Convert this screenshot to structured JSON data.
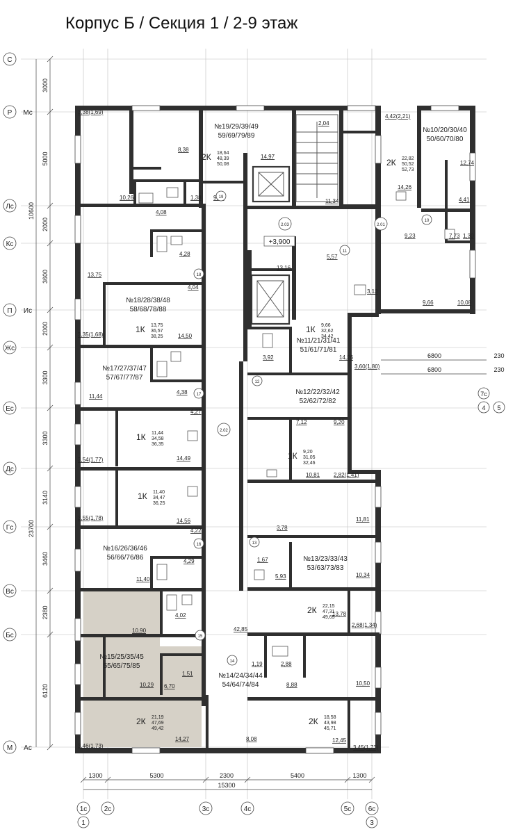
{
  "title": "Корпус Б / Секция 1 / 2-9 этаж",
  "level": "+3,900",
  "colors": {
    "wall": "#2f2f2f",
    "highlight": "#d6d1c7",
    "line": "#555555"
  },
  "axes_left": [
    [
      "С",
      ""
    ],
    [
      "Р",
      "Мс"
    ],
    [
      "Лс",
      ""
    ],
    [
      "Кс",
      ""
    ],
    [
      "П",
      "Ис"
    ],
    [
      "Жс",
      ""
    ],
    [
      "Ес",
      ""
    ],
    [
      "Дс",
      ""
    ],
    [
      "Гс",
      ""
    ],
    [
      "Вс",
      ""
    ],
    [
      "Бс",
      ""
    ],
    [
      "М",
      "Ас"
    ]
  ],
  "dims_left": [
    "3000",
    "5000",
    "2000",
    "3600",
    "2000",
    "3300",
    "3300",
    "3140",
    "3460",
    "2380",
    "6120"
  ],
  "dims_left_total": [
    "10600",
    "23700"
  ],
  "axes_bottom": [
    {
      "a": "1с",
      "b": "1"
    },
    {
      "a": "2с",
      "b": ""
    },
    {
      "a": "3с",
      "b": ""
    },
    {
      "a": "4с",
      "b": ""
    },
    {
      "a": "5с",
      "b": ""
    },
    {
      "a": "6с",
      "b": "3"
    }
  ],
  "dims_bottom": [
    "1300",
    "5300",
    "2300",
    "5400",
    "1300"
  ],
  "dims_bottom_total": "15300",
  "axes_right": [
    {
      "a": "7с",
      "b": "4"
    },
    {
      "a": "",
      "b": "5"
    }
  ],
  "dims_right": [
    "6800",
    "6800"
  ],
  "dims_right_small": [
    "230",
    "230"
  ],
  "apartments": [
    {
      "no": "№19/29/39/49",
      "no2": "59/69/79/89",
      "type": "2К",
      "a1": "18,64",
      "a2": "48,39",
      "a3": "50,08"
    },
    {
      "no": "№10/20/30/40",
      "no2": "50/60/70/80",
      "type": "2К",
      "a1": "22,82",
      "a2": "50,52",
      "a3": "52,73"
    },
    {
      "no": "№18/28/38/48",
      "no2": "58/68/78/88",
      "type": "1К",
      "a1": "13,75",
      "a2": "36,57",
      "a3": "38,25"
    },
    {
      "no": "№11/21/31/41",
      "no2": "51/61/71/81",
      "type": "1К",
      "a1": "9,66",
      "a2": "32,62",
      "a3": "34,42"
    },
    {
      "no": "№17/27/37/47",
      "no2": "57/67/77/87",
      "type": "1К",
      "a1": "11,44",
      "a2": "34,58",
      "a3": "36,35"
    },
    {
      "no": "№12/22/32/42",
      "no2": "52/62/72/82",
      "type": "1К",
      "a1": "9,20",
      "a2": "31,05",
      "a3": "32,46"
    },
    {
      "no": "",
      "no2": "",
      "type": "1К",
      "a1": "11,40",
      "a2": "34,47",
      "a3": "36,25"
    },
    {
      "no": "№16/26/36/46",
      "no2": "56/66/76/86",
      "type": "",
      "a1": "",
      "a2": "",
      "a3": ""
    },
    {
      "no": "№13/23/33/43",
      "no2": "53/63/73/83",
      "type": "2К",
      "a1": "22,15",
      "a2": "47,31",
      "a3": "49,65"
    },
    {
      "no": "№15/25/35/45",
      "no2": "55/65/75/85",
      "type": "2К",
      "a1": "21,19",
      "a2": "47,69",
      "a3": "49,42"
    },
    {
      "no": "№14/24/34/44",
      "no2": "54/64/74/84",
      "type": "2К",
      "a1": "18,58",
      "a2": "43,98",
      "a3": "45,71"
    }
  ],
  "room_areas": [
    "3,38(1,69)",
    "8,38",
    "10,26",
    "4,08",
    "1,38",
    "9,32",
    "14,97",
    "2,04",
    "11,34",
    "4,42(2,21)",
    "14,26",
    "12,74",
    "4,41",
    "9,23",
    "7,73",
    "1,30",
    "13,75",
    "4,28",
    "4,04",
    "13,16",
    "5,57",
    "3,13",
    "9,66",
    "10,08",
    "3,35(1,68)",
    "14,50",
    "14,26",
    "3,92",
    "3,60(1,80)",
    "11,44",
    "4,38",
    "4,27",
    "7,12",
    "9,20",
    "3,54(1,77)",
    "14,49",
    "10,81",
    "2,82(1,41)",
    "3,55(1,78)",
    "14,56",
    "4,22",
    "3,78",
    "11,81",
    "4,29",
    "1,67",
    "5,93",
    "10,34",
    "11,40",
    "4,02",
    "10,90",
    "42,85",
    "13,78",
    "2,68(1,34)",
    "1,19",
    "2,88",
    "10,29",
    "6,70",
    "1,51",
    "8,88",
    "10,50",
    "3,46(1,73)",
    "14,27",
    "8,08",
    "12,45",
    "3,45(1,73)"
  ],
  "corridor_tags": [
    "2.03",
    "2.01",
    "2.02"
  ],
  "door_tags": [
    "19",
    "18",
    "17",
    "16",
    "15",
    "14",
    "13",
    "12",
    "11",
    "10"
  ]
}
